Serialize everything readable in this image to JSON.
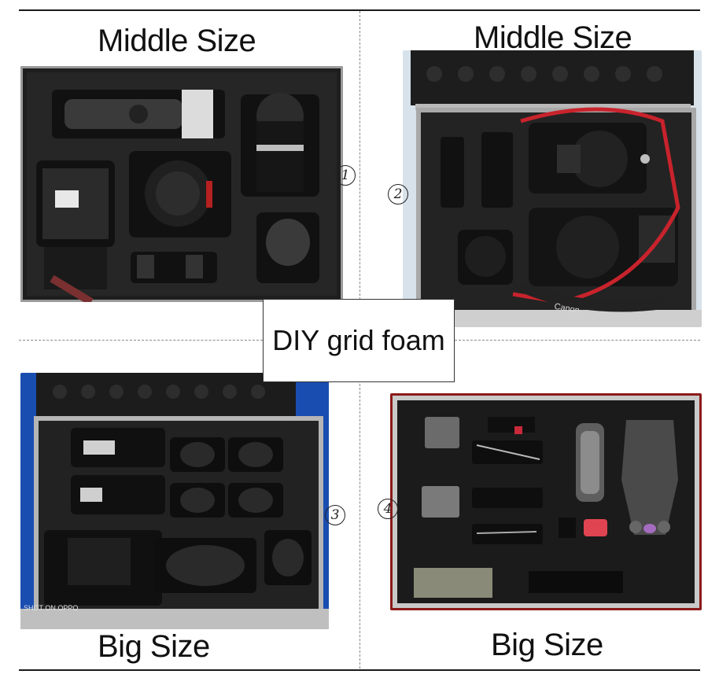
{
  "captions": {
    "top_left": "Middle Size",
    "top_right": "Middle Size",
    "bottom_left": "Big Size",
    "bottom_right": "Big Size"
  },
  "center_label": "DIY grid foam",
  "markers": [
    "1",
    "2",
    "3",
    "4"
  ],
  "photo_watermark": "SHOT ON OPPO",
  "lens_brand": "Canon"
}
